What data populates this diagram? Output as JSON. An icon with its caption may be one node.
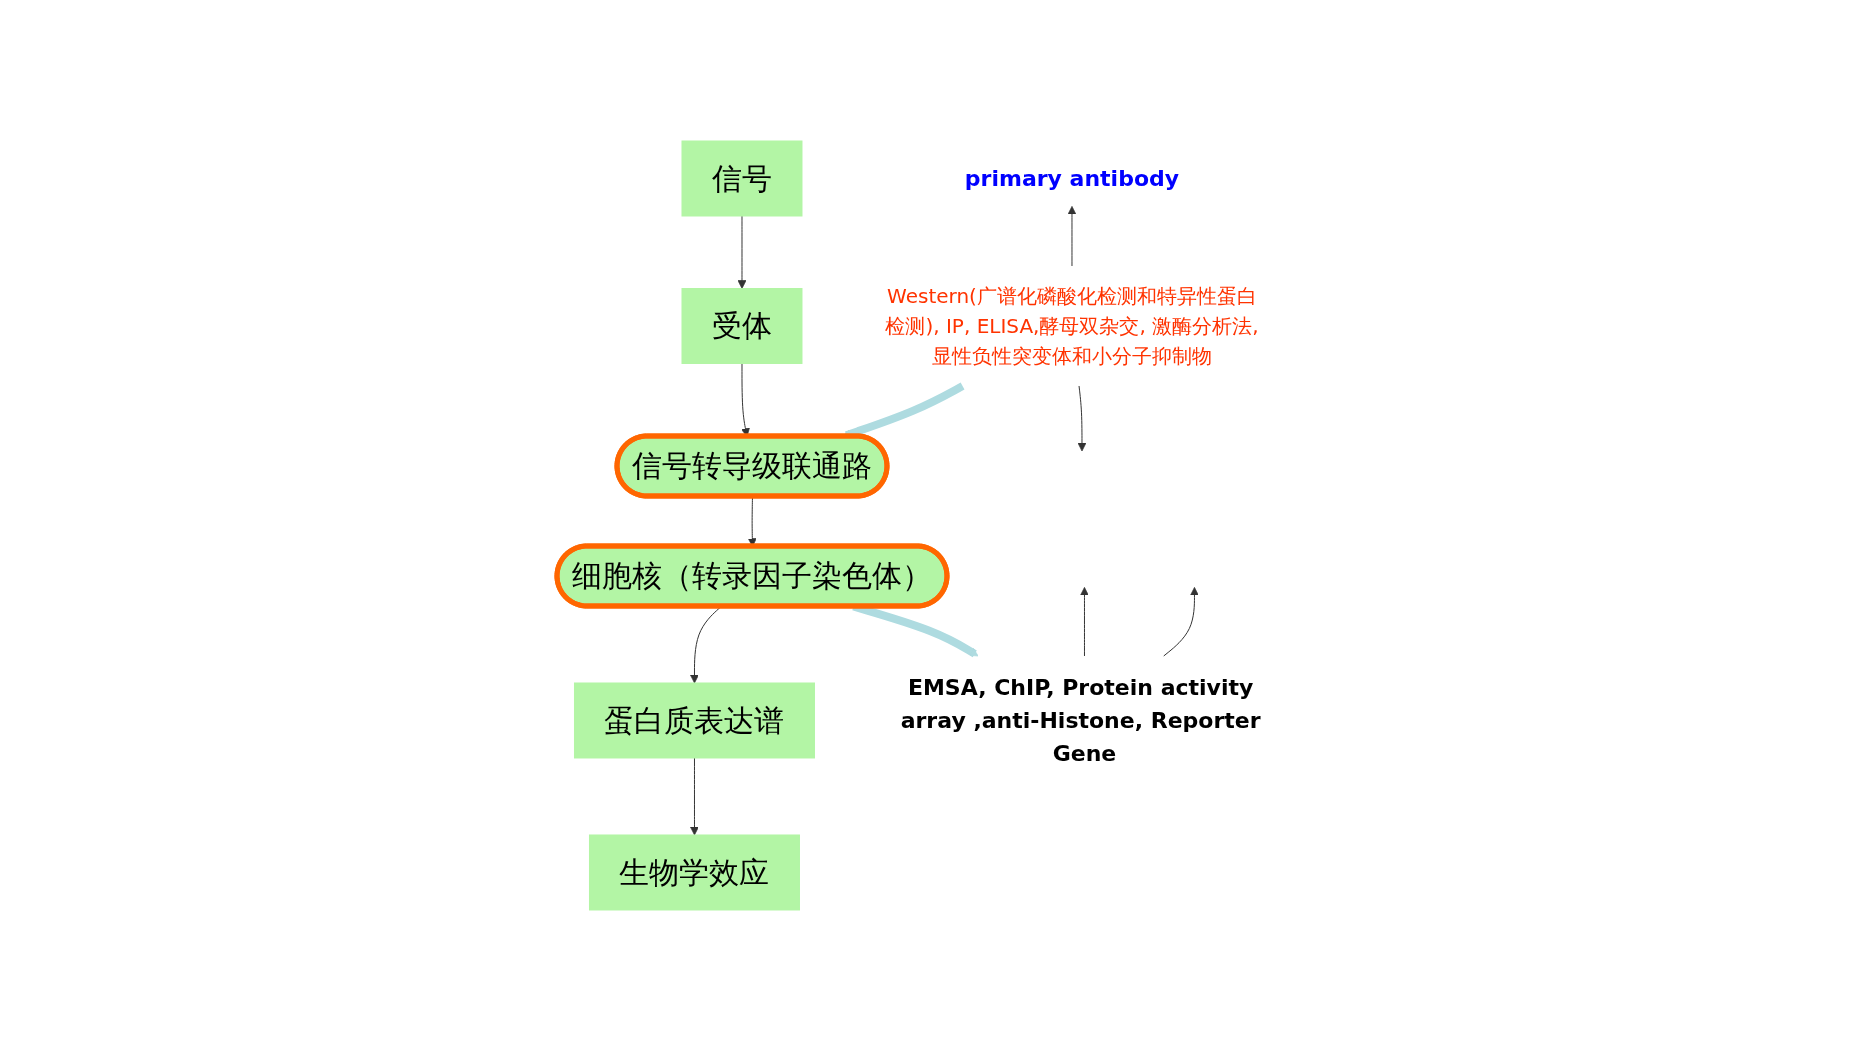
{
  "diagram": {
    "nodes": [
      {
        "text": [
          "信号"
        ]
      },
      {
        "text": [
          "受体"
        ]
      },
      {
        "text": [
          "信号转导级联通路"
        ]
      },
      {
        "text": [
          "细胞核（转录因子染色体）"
        ]
      },
      {
        "text": [
          "蛋白质表达谱"
        ]
      },
      {
        "text": [
          "生物学效应"
        ]
      },
      {
        "text": [
          "primary antibody"
        ]
      },
      {
        "text": [
          "Western(广谱化磷酸化检测和特异性蛋白检测), IP, ELISA,酵母双杂交, 激酶分析法,显性负性突变体和小分子抑制物"
        ]
      },
      {
        "text": [
          "EMSA, ChIP, Protein activity array ,anti-Histone, Reporter Gene"
        ]
      }
    ],
    "edges": [
      {
        "from": 0,
        "to": 1,
        "arrow": "to"
      },
      {
        "from": 1,
        "to": 2,
        "arrow": "to"
      },
      {
        "from": 2,
        "to": 3,
        "arrow": "to"
      },
      {
        "from": 3,
        "to": 4,
        "arrow": "to"
      },
      {
        "from": 4,
        "to": 5,
        "arrow": "to"
      },
      {
        "from": 7,
        "to": 6,
        "arrow": "to"
      },
      {
        "from": 7,
        "to": null,
        "arrow": "to"
      },
      {
        "from": 7,
        "to": 2,
        "arrow": "to",
        "style": "thick",
        "color": "#aedbe0"
      },
      {
        "from": 3,
        "to": 8,
        "arrow": "to",
        "style": "thick",
        "color": "#aedbe0"
      },
      {
        "from": 8,
        "to": null,
        "arrow": "to"
      },
      {
        "from": 8,
        "to": null,
        "arrow": "to"
      }
    ]
  }
}
